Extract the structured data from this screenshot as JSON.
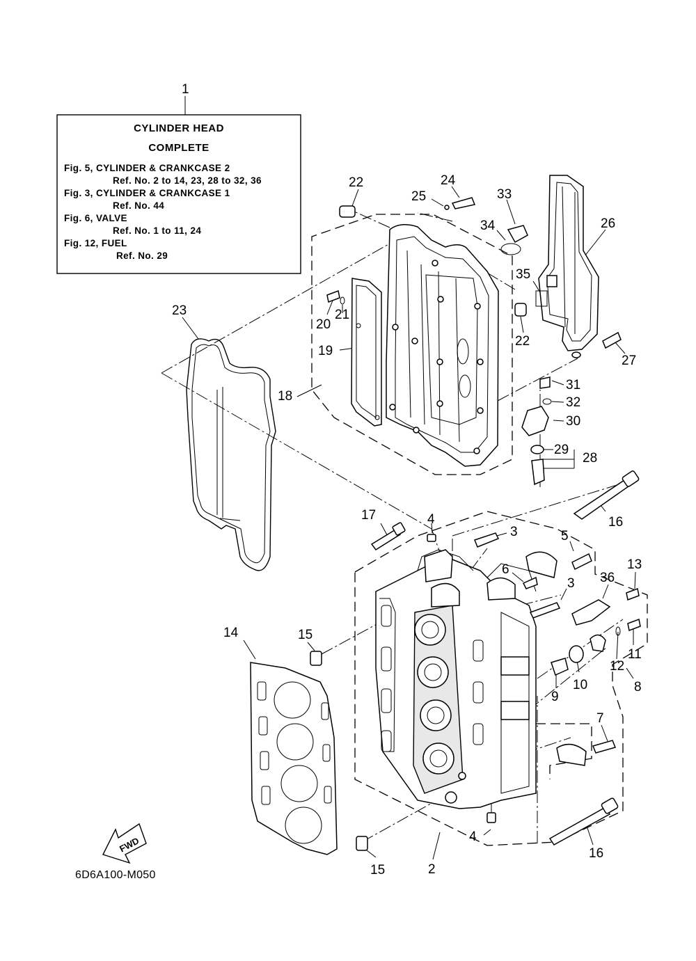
{
  "info_box": {
    "title_line1": "CYLINDER HEAD",
    "title_line2": "COMPLETE",
    "lines": [
      "Fig. 5, CYLINDER & CRANKCASE 2",
      "Ref. No. 2 to 14, 23, 28 to 32, 36",
      "Fig. 3, CYLINDER & CRANKCASE 1",
      "Ref. No. 44",
      "Fig. 6, VALVE",
      "Ref. No. 1 to 11, 24",
      "Fig. 12, FUEL",
      "Ref. No. 29"
    ]
  },
  "callouts": [
    "1",
    "2",
    "3",
    "3",
    "4",
    "4",
    "5",
    "6",
    "7",
    "8",
    "9",
    "10",
    "11",
    "12",
    "13",
    "14",
    "15",
    "15",
    "16",
    "16",
    "17",
    "18",
    "19",
    "20",
    "21",
    "22",
    "22",
    "23",
    "24",
    "25",
    "26",
    "27",
    "28",
    "29",
    "30",
    "31",
    "32",
    "33",
    "34",
    "35",
    "36"
  ],
  "fwd_label": "FWD",
  "diagram_code": "6D6A100-M050",
  "icons": {
    "fwd_arrow": "fwd-arrow-icon"
  }
}
